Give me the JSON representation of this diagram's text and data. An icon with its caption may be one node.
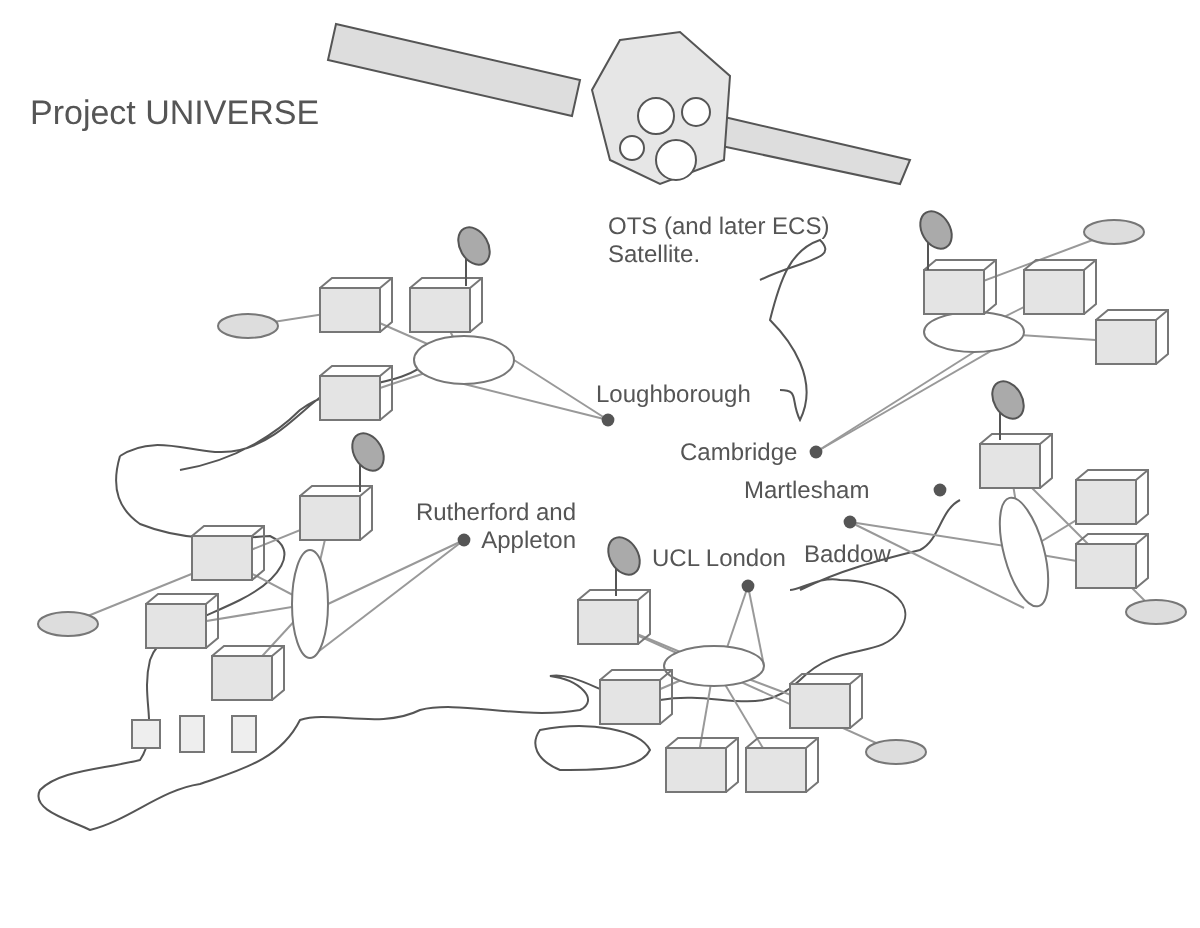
{
  "diagram": {
    "title": "Project UNIVERSE",
    "labels": [
      "OTS (and later ECS) Satellite.",
      "Loughborough",
      "Cambridge",
      "Martlesham",
      "Rutherford and Appleton",
      "Baddow",
      "UCL London"
    ]
  }
}
